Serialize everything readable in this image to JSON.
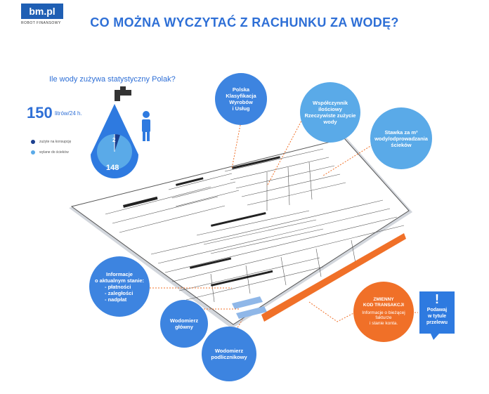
{
  "header": {
    "logo": "bm.pl",
    "logo_sub": "ROBOT FINANSOWY",
    "title": "CO MOŻNA WYCZYTAĆ Z RACHUNKU ZA WODĘ?"
  },
  "stat": {
    "question": "Ile wody zużywa statystyczny Polak?",
    "total": "150",
    "unit": "litrów/24 h.",
    "legend_consumed": "zużyte na konsupcję",
    "legend_sewage": "wylane do ścieków",
    "value_small": "2",
    "value_large": "148",
    "colors": {
      "dark": "#1b3f8f",
      "light": "#5aaae8"
    }
  },
  "bubbles": {
    "pkwiu_l1": "Polska",
    "pkwiu_l2": "Klasyfikacja",
    "pkwiu_l3": "Wyrobów",
    "pkwiu_l4": "i Usług",
    "coef_l1": "Współczynnik",
    "coef_l2": "ilościowy",
    "coef_l3": "Rzeczywiste zużycie",
    "coef_l4": "wody",
    "rate_l1": "Stawka za m³",
    "rate_l2": "wody/odprowadzania",
    "rate_l3": "ścieków",
    "info_l1": "Informacje",
    "info_l2": "o aktualnym stanie:",
    "info_l3": "- płatności",
    "info_l4": "- zaległości",
    "info_l5": "- nadpłat",
    "main_l1": "Wodomierz",
    "main_l2": "główny",
    "sub_l1": "Wodomierz",
    "sub_l2": "podlicznikowy",
    "code_l1": "ZMIENNY",
    "code_l2": "KOD TRANSAKCJI",
    "code_l3": "Informacje o bieżącej",
    "code_l4": "fakturze",
    "code_l5": "i stanie konta."
  },
  "sign": {
    "mark": "!",
    "l1": "Podawaj",
    "l2": "w tytule",
    "l3": "przelewu"
  }
}
